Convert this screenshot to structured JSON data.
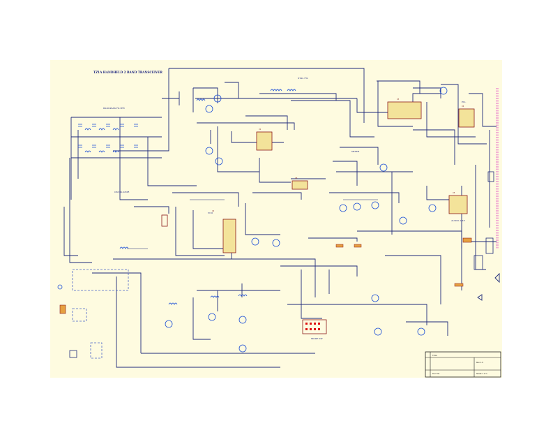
{
  "sheet": {
    "title": "TZ1A HANDHELD 2 BAND TRANSCEIVER",
    "colors": {
      "background": "#fefbe0",
      "wire": "#1e2a7a",
      "component": "#1d4fd6",
      "ic": "#f3e39a",
      "border": "#8b1a1a"
    }
  },
  "sections": {
    "bandpass": "BANDPASS FILTER",
    "pll": "PLL",
    "mixer": "MIXER",
    "oscillator": "OSCILLATOR",
    "xtal": "XTAL FIL",
    "vco": "VCO",
    "mode": "MODE SW",
    "audio": "AUDIO AMP"
  },
  "chips": {
    "u1": "U1",
    "u2": "U2",
    "u3": "U3",
    "u4": "U4",
    "u5": "U5",
    "u6": "U6"
  },
  "title_block": {
    "name": "TZ1A",
    "rev": "Rev 1.0",
    "file": "Doc File",
    "sheet": "Sheet 1 of 1"
  }
}
